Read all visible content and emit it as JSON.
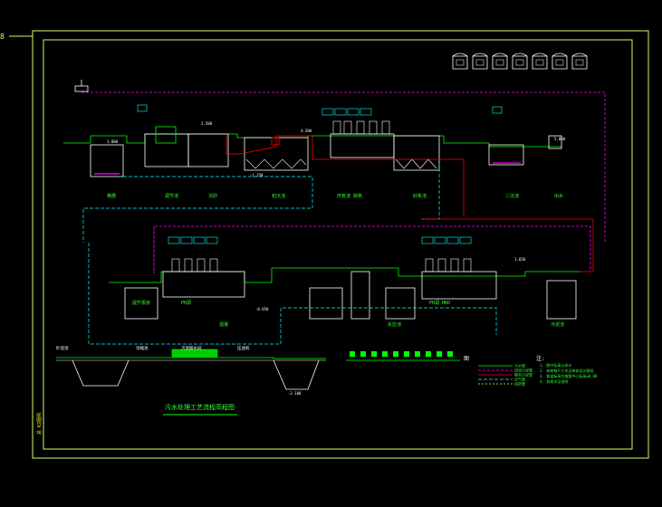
{
  "drawing": {
    "side_tag": "总  K2图例",
    "title_block_label": "污水处理工艺流程高程图",
    "legend_heading": "图",
    "legend_items": [
      "污水管",
      "回流污泥管",
      "剩余污泥管",
      "空气管",
      "加药管"
    ],
    "notes_heading": "注:",
    "notes": [
      "1. 图中标高以米计",
      "2. 构筑物尺寸详见单体设计图纸",
      "3. 管道标高均指管中心标高±0.00",
      "4. 其他详见说明"
    ],
    "stage_labels_top": [
      "格栅",
      "调节池",
      "沉砂",
      "初沉池",
      "厌氧池  缺氧",
      "好氧池",
      "二沉池",
      "出水"
    ],
    "stage_labels_mid": [
      "提升泵房",
      "PH调",
      "混凝",
      "PH调  HRO",
      "反应池",
      "污泥池"
    ],
    "stage_labels_bottom": [
      "贮泥池",
      "浓缩池",
      "污泥脱水间",
      "压滤机"
    ],
    "dim_labels": [
      "3.800",
      "2.500",
      "-1.250",
      "4.200",
      "-0.850",
      "1.650",
      "5.000",
      "-2.100"
    ],
    "icon_badges": 7,
    "colors": {
      "frame": "#ccff66",
      "sewage_line": "#00ff00",
      "return_sludge": "#ff00ff",
      "excess_sludge": "#ff0000",
      "air_line": "#00ffff",
      "text": "#33ff33",
      "accent_text": "#ffff00"
    }
  }
}
